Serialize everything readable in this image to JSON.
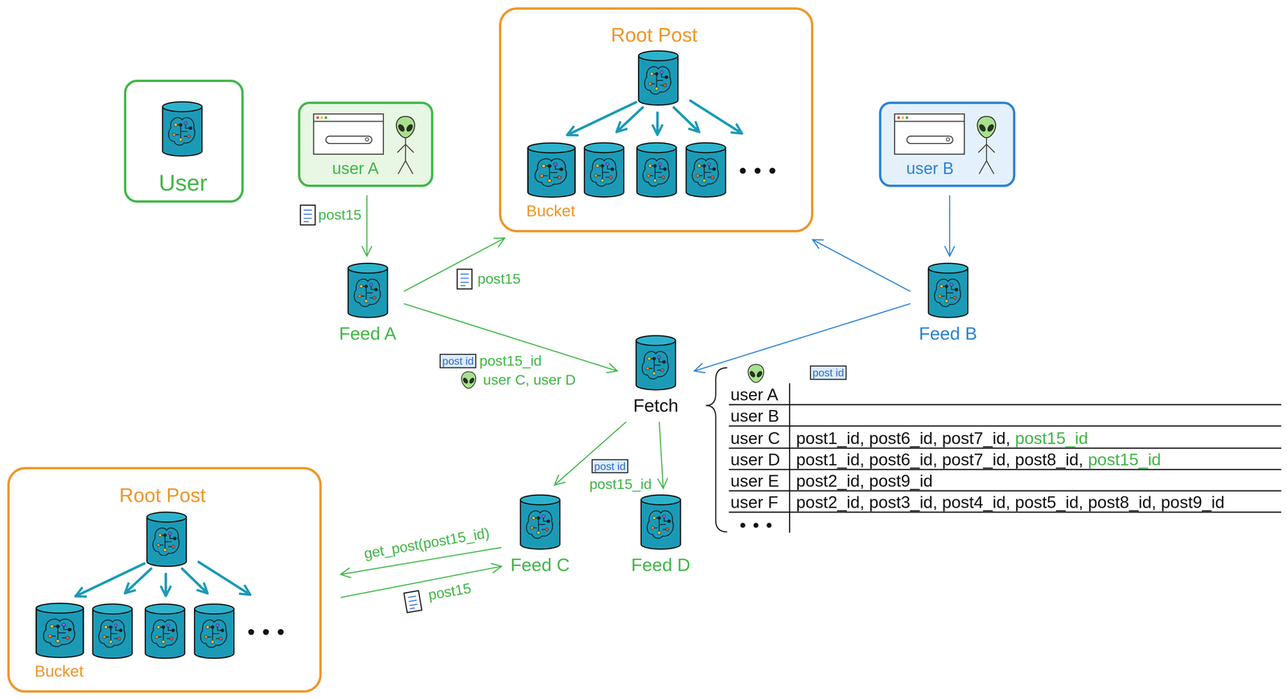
{
  "diagram": {
    "nodes": [
      {
        "text": [
          "User"
        ]
      },
      {
        "text": [
          "user A"
        ]
      },
      {
        "text": [
          "Root Post"
        ]
      },
      {
        "text": [
          "Bucket"
        ],
        "in": 2
      },
      {
        "text": [
          "user B"
        ]
      },
      {
        "text": [
          "Feed A"
        ]
      },
      {
        "text": [
          "Feed B"
        ]
      },
      {
        "text": [
          "Fetch"
        ]
      },
      {
        "text": [
          "Feed C"
        ]
      },
      {
        "text": [
          "Feed D"
        ]
      },
      {
        "text": [
          "Root Post"
        ]
      },
      {
        "text": [
          "Bucket"
        ],
        "in": 10
      }
    ],
    "edges": [
      {
        "from": 1,
        "to": 5,
        "arrow": "to",
        "label": "post15"
      },
      {
        "from": 5,
        "to": 2,
        "arrow": "to",
        "label": "post15"
      },
      {
        "from": 5,
        "to": 7,
        "arrow": "to",
        "label": "post15_id"
      },
      {
        "from": 4,
        "to": 6,
        "arrow": "to"
      },
      {
        "from": 6,
        "to": 2,
        "arrow": "to"
      },
      {
        "from": 6,
        "to": 7,
        "arrow": "to"
      },
      {
        "from": 7,
        "to": 8,
        "arrow": "to"
      },
      {
        "from": 7,
        "to": 9,
        "arrow": "to",
        "label": "post15_id"
      },
      {
        "from": 8,
        "to": 10,
        "arrow": "to",
        "label": "get_post(post15_id)"
      },
      {
        "from": 10,
        "to": 8,
        "arrow": "to",
        "label": "post15"
      }
    ],
    "labels": [
      "post id",
      "user C, user D",
      "post id",
      "user A",
      "user B",
      "user C",
      "post1_id, post6_id, post7_id,",
      "post15_id",
      "user D",
      "post1_id, post6_id, post7_id, post8_id,",
      "post15_id",
      "user E",
      "post2_id, post9_id",
      "user F",
      "post2_id, post3_id, post4_id, post5_id, post8_id, post9_id",
      "post id"
    ]
  }
}
